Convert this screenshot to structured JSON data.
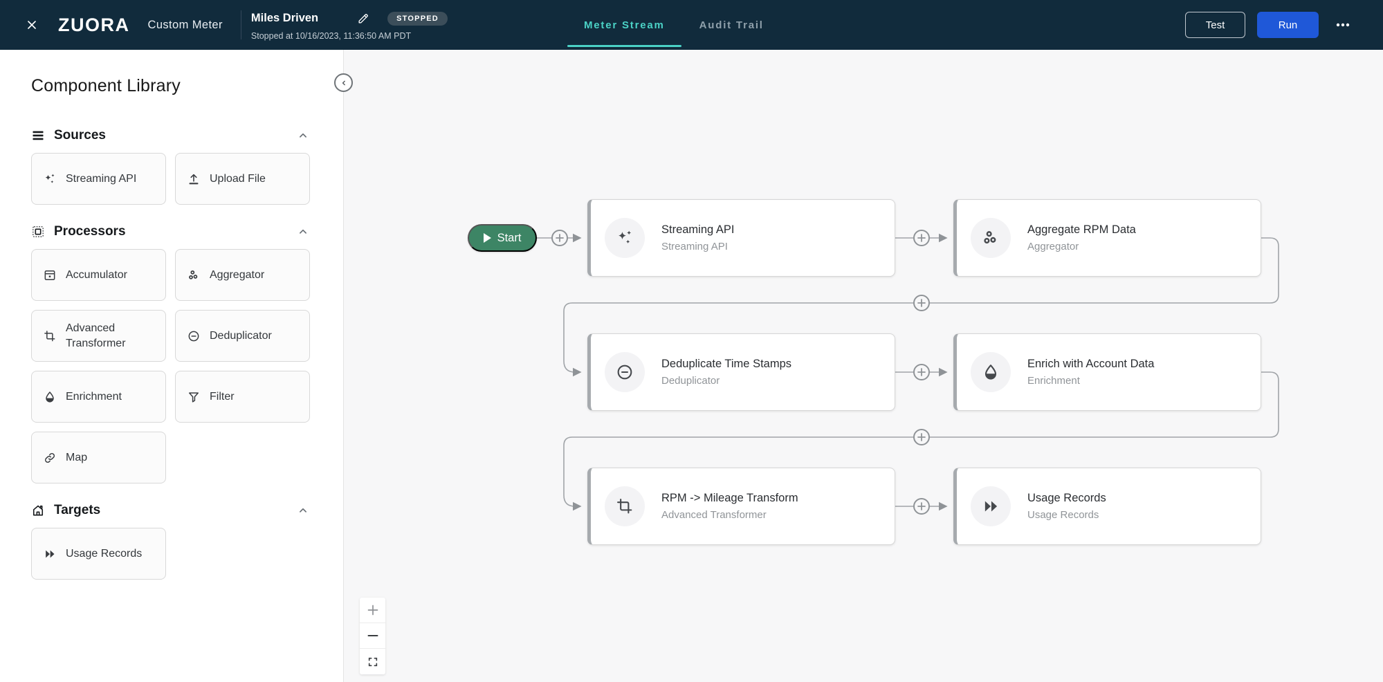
{
  "header": {
    "logo": "ZUORA",
    "app_title": "Custom Meter",
    "meter_name": "Miles Driven",
    "status_badge": "STOPPED",
    "status_detail": "Stopped at 10/16/2023, 11:36:50 AM PDT",
    "tabs": [
      {
        "label": "Meter Stream",
        "active": true
      },
      {
        "label": "Audit Trail",
        "active": false
      }
    ],
    "actions": {
      "test_label": "Test",
      "run_label": "Run",
      "more_icon": "ellipsis-icon"
    }
  },
  "sidebar": {
    "title": "Component Library",
    "sections": [
      {
        "label": "Sources",
        "icon": "list-icon",
        "items": [
          {
            "label": "Streaming API",
            "icon": "sparkles-icon"
          },
          {
            "label": "Upload File",
            "icon": "upload-icon"
          }
        ]
      },
      {
        "label": "Processors",
        "icon": "chip-icon",
        "items": [
          {
            "label": "Accumulator",
            "icon": "accumulator-icon"
          },
          {
            "label": "Aggregator",
            "icon": "aggregator-icon"
          },
          {
            "label": "Advanced Transformer",
            "icon": "crop-transform-icon"
          },
          {
            "label": "Deduplicator",
            "icon": "minus-circle-icon"
          },
          {
            "label": "Enrichment",
            "icon": "droplet-icon"
          },
          {
            "label": "Filter",
            "icon": "funnel-icon"
          },
          {
            "label": "Map",
            "icon": "link-icon"
          }
        ]
      },
      {
        "label": "Targets",
        "icon": "home-icon",
        "items": [
          {
            "label": "Usage Records",
            "icon": "double-play-icon"
          }
        ]
      }
    ]
  },
  "canvas": {
    "start_label": "Start",
    "nodes": [
      {
        "title": "Streaming API",
        "subtitle": "Streaming API",
        "icon": "sparkles-icon"
      },
      {
        "title": "Aggregate RPM Data",
        "subtitle": "Aggregator",
        "icon": "aggregator-icon"
      },
      {
        "title": "Deduplicate Time Stamps",
        "subtitle": "Deduplicator",
        "icon": "minus-circle-icon"
      },
      {
        "title": "Enrich with Account Data",
        "subtitle": "Enrichment",
        "icon": "droplet-icon"
      },
      {
        "title": "RPM -> Mileage Transform",
        "subtitle": "Advanced Transformer",
        "icon": "crop-transform-icon"
      },
      {
        "title": "Usage Records",
        "subtitle": "Usage Records",
        "icon": "double-play-icon"
      }
    ]
  },
  "colors": {
    "header_bg": "#112b3c",
    "accent_teal": "#4bd2c6",
    "run_blue": "#1f58d8",
    "start_green": "#3d8565",
    "canvas_bg": "#f7f7f8",
    "connector_gray": "#8f9397",
    "node_border": "#d6d6d6",
    "node_accent": "#a6aaae"
  }
}
